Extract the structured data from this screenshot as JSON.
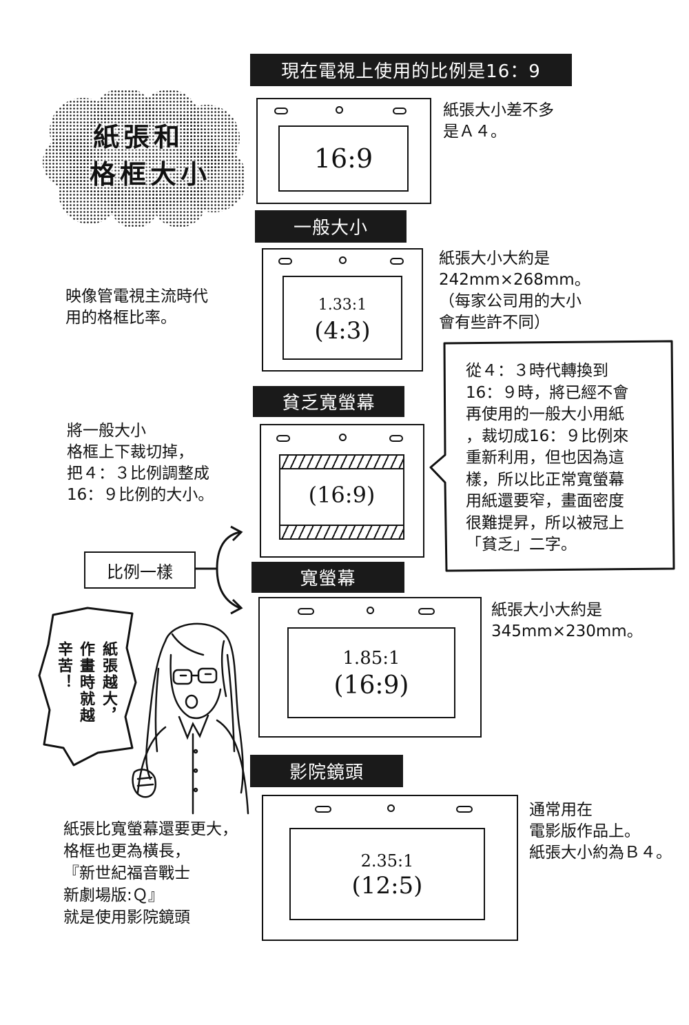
{
  "title": {
    "line1": "紙張和",
    "line2": "格框大小"
  },
  "hdtv": {
    "banner": "現在電視上使用的比例是16：9",
    "ratio": "16:9",
    "note": [
      "紙張大小差不多",
      "是Ａ４。"
    ]
  },
  "standard": {
    "banner": "一般大小",
    "ratio_decimal": "1.33:1",
    "ratio": "(4:3)",
    "left_note": [
      "映像管電視主流時代",
      "用的格框比率。"
    ],
    "right_note": [
      "紙張大小大約是",
      "242mm×268mm。",
      "（每家公司用的大小",
      "會有些許不同）"
    ]
  },
  "poor_wide": {
    "banner": "貧乏寬螢幕",
    "ratio": "(16:9)",
    "left_note": [
      "將一般大小",
      "格框上下裁切掉，",
      "把４：３比例調整成",
      "16：９比例的大小。"
    ],
    "bubble": [
      "從４：３時代轉換到",
      "16：９時，將已經不會",
      "再使用的一般大小用紙",
      "，裁切成16：９比例來",
      "重新利用，但也因為這",
      "樣，所以比正常寬螢幕",
      "用紙還要窄，畫面密度",
      "很難提昇，所以被冠上",
      "「貧乏」二字。"
    ]
  },
  "same_ratio": {
    "label": "比例一樣"
  },
  "wide": {
    "banner": "寬螢幕",
    "ratio_decimal": "1.85:1",
    "ratio": "(16:9)",
    "right_note": [
      "紙張大小大約是",
      "345mm×230mm。"
    ]
  },
  "speech": {
    "col1": "紙張越大，",
    "col2": "作畫時就越",
    "col3": "辛苦！"
  },
  "cinema": {
    "banner": "影院鏡頭",
    "ratio_decimal": "2.35:1",
    "ratio": "(12:5)",
    "right_note": [
      "通常用在",
      "電影版作品上。",
      "紙張大小約為Ｂ４。"
    ],
    "left_note": [
      "紙張比寬螢幕還要更大，",
      "格框也更為橫長，",
      "『新世紀福音戰士",
      "新劇場版:Ｑ』",
      "就是使用影院鏡頭"
    ]
  }
}
